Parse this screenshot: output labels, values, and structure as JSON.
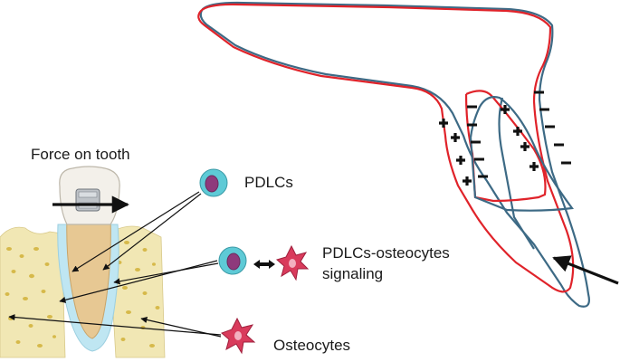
{
  "labels": {
    "force_on_tooth": "Force on tooth",
    "pdlcs": "PDLCs",
    "signaling_line1": "PDLCs-osteocytes",
    "signaling_line2": "signaling",
    "osteocytes": "Osteocytes"
  },
  "colors": {
    "outline_red": "#e0232a",
    "outline_blue": "#3d6a85",
    "bone": "#f1e7b4",
    "bone_pore": "#d6b94a",
    "pdl": "#bfe6f2",
    "root": "#e7c893",
    "crown": "#f3f0ea",
    "pdlc_cell": "#5ecad6",
    "pdlc_nucleus": "#8e3a7c",
    "osteocyte": "#d93b5c",
    "arrow": "#111111"
  },
  "icons": [
    "tooth-icon",
    "bracket-icon",
    "pdlc-cell-icon",
    "osteocyte-icon",
    "double-arrow-icon"
  ],
  "signs": {
    "compression": "+",
    "tension": "−"
  }
}
